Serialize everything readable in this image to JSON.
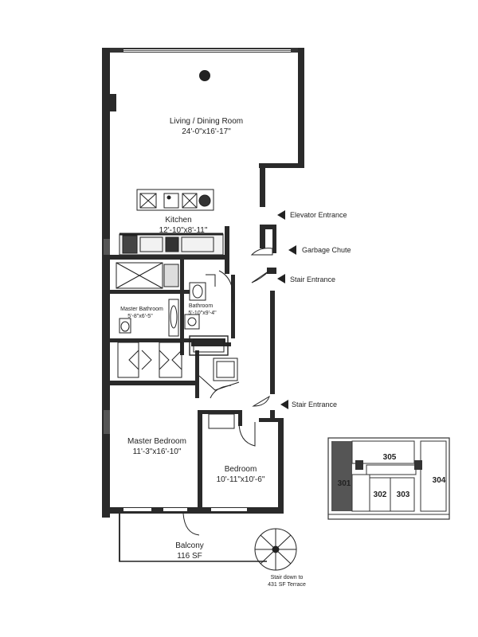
{
  "rooms": {
    "living": {
      "name": "Living / Dining Room",
      "size": "24'-0\"x16'-17\""
    },
    "kitchen": {
      "name": "Kitchen",
      "size": "12'-10\"x8'-11\""
    },
    "master_bath": {
      "name": "Master Bathroom",
      "size": "5'-8\"x6'-5\""
    },
    "bathroom": {
      "name": "Bathroom",
      "size": "5'-10\"x9'-4\""
    },
    "master_bedroom": {
      "name": "Master Bedroom",
      "size": "11'-3\"x16'-10\""
    },
    "bedroom": {
      "name": "Bedroom",
      "size": "10'-11\"x10'-6\""
    },
    "balcony": {
      "name": "Balcony",
      "size": "116 SF"
    }
  },
  "callouts": {
    "elevator": "Elevator Entrance",
    "garbage": "Garbage Chute",
    "stair1": "Stair Entrance",
    "stair2": "Stair Entrance"
  },
  "stair_note": {
    "line1": "Stair down to",
    "line2": "431 SF Terrace"
  },
  "key_plan": {
    "units": [
      "305",
      "301",
      "302",
      "303",
      "304"
    ]
  }
}
